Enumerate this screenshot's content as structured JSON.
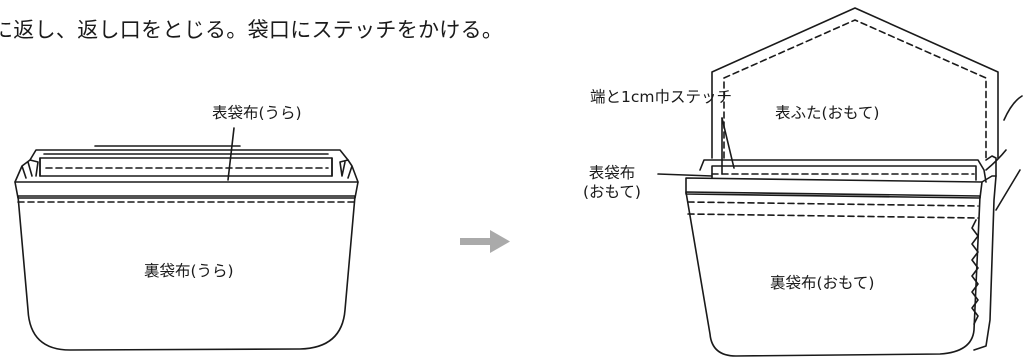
{
  "instruction": "に返し、返し口をとじる。袋口にステッチをかける。",
  "left_figure": {
    "label_outer_bag_back": "表袋布(うら)",
    "label_lining_back": "裏袋布(うら)"
  },
  "right_figure": {
    "label_stitch": "端と1cm巾ステッチ",
    "label_flap_front": "表ふた(おもて)",
    "label_outer_bag_front_line1": "表袋布",
    "label_outer_bag_front_line2": "(おもて)",
    "label_lining_front": "裏袋布(おもて)"
  },
  "colors": {
    "line": "#1a1a1a",
    "arrow": "#aaaaaa",
    "background": "#ffffff"
  },
  "icons": {
    "arrow": "right-arrow-icon"
  }
}
